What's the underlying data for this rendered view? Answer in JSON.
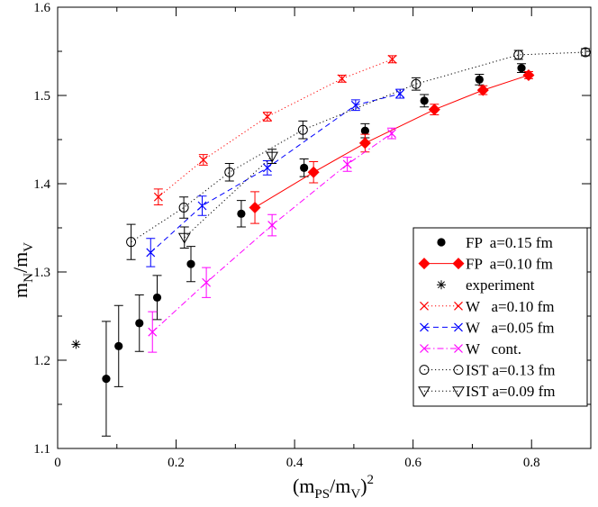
{
  "chart_data": {
    "type": "scatter",
    "xlim": [
      0,
      0.9
    ],
    "ylim": [
      1.1,
      1.6
    ],
    "xticks": [
      0,
      0.2,
      0.4,
      0.6,
      0.8
    ],
    "xtick_labels": [
      "0",
      "0.2",
      "0.4",
      "0.6",
      "0.8"
    ],
    "yticks": [
      1.1,
      1.2,
      1.3,
      1.4,
      1.5,
      1.6
    ],
    "ytick_labels": [
      "1.1",
      "1.2",
      "1.3",
      "1.4",
      "1.5",
      "1.6"
    ],
    "xlabel": {
      "base": "(m",
      "sub1": "PS",
      "mid": "/m",
      "sub2": "V",
      "end": ")",
      "sup": "2"
    },
    "ylabel": {
      "base": "m",
      "sub1": "N",
      "mid": "/m",
      "sub2": "V"
    },
    "grid": false,
    "legend_position": "right",
    "series": [
      {
        "name": "FP  a=0.15 fm",
        "marker": "filled-circle",
        "color": "#000000",
        "line": "none",
        "points": [
          {
            "x": 0.082,
            "y": 1.179,
            "err": 0.065
          },
          {
            "x": 0.103,
            "y": 1.216,
            "err": 0.046
          },
          {
            "x": 0.138,
            "y": 1.242,
            "err": 0.032
          },
          {
            "x": 0.168,
            "y": 1.271,
            "err": 0.025
          },
          {
            "x": 0.225,
            "y": 1.309,
            "err": 0.02
          },
          {
            "x": 0.31,
            "y": 1.366,
            "err": 0.015
          },
          {
            "x": 0.416,
            "y": 1.418,
            "err": 0.01
          },
          {
            "x": 0.519,
            "y": 1.46,
            "err": 0.008
          },
          {
            "x": 0.619,
            "y": 1.494,
            "err": 0.007
          },
          {
            "x": 0.712,
            "y": 1.518,
            "err": 0.006
          },
          {
            "x": 0.783,
            "y": 1.531,
            "err": 0.005
          }
        ]
      },
      {
        "name": "FP  a=0.10 fm",
        "marker": "filled-diamond",
        "color": "#ff0000",
        "line": "solid",
        "points": [
          {
            "x": 0.333,
            "y": 1.373,
            "err": 0.018
          },
          {
            "x": 0.432,
            "y": 1.413,
            "err": 0.012
          },
          {
            "x": 0.519,
            "y": 1.446,
            "err": 0.01
          },
          {
            "x": 0.636,
            "y": 1.484,
            "err": 0.006
          },
          {
            "x": 0.718,
            "y": 1.506,
            "err": 0.005
          },
          {
            "x": 0.795,
            "y": 1.523,
            "err": 0.004
          }
        ]
      },
      {
        "name": "experiment",
        "marker": "asterisk",
        "color": "#000000",
        "line": "none",
        "points": [
          {
            "x": 0.031,
            "y": 1.218,
            "err": 0
          }
        ]
      },
      {
        "name": "W   a=0.10 fm",
        "marker": "cross",
        "color": "#ff0000",
        "line": "dotted",
        "points": [
          {
            "x": 0.17,
            "y": 1.385,
            "err": 0.009
          },
          {
            "x": 0.246,
            "y": 1.427,
            "err": 0.006
          },
          {
            "x": 0.354,
            "y": 1.476,
            "err": 0.005
          },
          {
            "x": 0.48,
            "y": 1.519,
            "err": 0.004
          },
          {
            "x": 0.565,
            "y": 1.541,
            "err": 0.004
          }
        ]
      },
      {
        "name": "W   a=0.05 fm",
        "marker": "cross",
        "color": "#0000ff",
        "line": "dashed",
        "points": [
          {
            "x": 0.157,
            "y": 1.322,
            "err": 0.016
          },
          {
            "x": 0.244,
            "y": 1.375,
            "err": 0.011
          },
          {
            "x": 0.354,
            "y": 1.418,
            "err": 0.008
          },
          {
            "x": 0.503,
            "y": 1.489,
            "err": 0.006
          },
          {
            "x": 0.578,
            "y": 1.502,
            "err": 0.005
          }
        ]
      },
      {
        "name": "W   cont.",
        "marker": "cross",
        "color": "#ff00ff",
        "line": "dashdot",
        "points": [
          {
            "x": 0.16,
            "y": 1.232,
            "err": 0.023
          },
          {
            "x": 0.251,
            "y": 1.288,
            "err": 0.017
          },
          {
            "x": 0.362,
            "y": 1.353,
            "err": 0.012
          },
          {
            "x": 0.489,
            "y": 1.422,
            "err": 0.008
          },
          {
            "x": 0.564,
            "y": 1.457,
            "err": 0.006
          }
        ]
      },
      {
        "name": "IST a=0.13 fm",
        "marker": "open-circle",
        "color": "#000000",
        "line": "dotted",
        "points": [
          {
            "x": 0.124,
            "y": 1.334,
            "err": 0.02
          },
          {
            "x": 0.213,
            "y": 1.373,
            "err": 0.012
          },
          {
            "x": 0.29,
            "y": 1.413,
            "err": 0.01
          },
          {
            "x": 0.414,
            "y": 1.461,
            "err": 0.01
          },
          {
            "x": 0.605,
            "y": 1.513,
            "err": 0.007
          },
          {
            "x": 0.778,
            "y": 1.546,
            "err": 0.005
          },
          {
            "x": 0.891,
            "y": 1.549,
            "err": 0.004
          }
        ]
      },
      {
        "name": "IST a=0.09 fm",
        "marker": "open-triangle-down",
        "color": "#000000",
        "line": "dotted",
        "points": [
          {
            "x": 0.214,
            "y": 1.339,
            "err": 0.012
          },
          {
            "x": 0.362,
            "y": 1.431,
            "err": 0.008
          }
        ]
      }
    ]
  }
}
